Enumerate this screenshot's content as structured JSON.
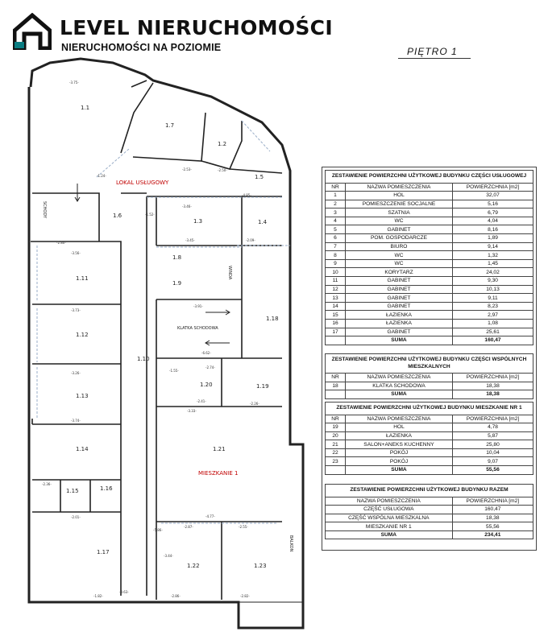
{
  "brand": {
    "name": "LEVEL NIERUCHOMOŚCI",
    "tagline": "NIERUCHOMOŚCI NA POZIOMIE",
    "colors": {
      "text": "#111111",
      "accent": "#0a7d82"
    }
  },
  "floor_label": "PIĘTRO 1",
  "plan": {
    "room_labels": [
      "1.1",
      "1.2",
      "1.3",
      "1.4",
      "1.5",
      "1.6",
      "1.7",
      "1.8",
      "1.9",
      "1.10",
      "1.11",
      "1.12",
      "1.13",
      "1.14",
      "1.15",
      "1.16",
      "1.17",
      "1.18",
      "1.19",
      "1.20",
      "1.21",
      "1.22",
      "1.23"
    ],
    "zone_labels": {
      "service": "LOKAL USŁUGOWY",
      "apartment": "MIESZKANIE 1"
    },
    "other_labels": {
      "stairs": "KLATKA SCHODOWA",
      "schody": "SCHODY",
      "winda": "WINDA",
      "balkon": "BALKON"
    },
    "dims": [
      "-3.75-",
      "-2.80-",
      "-3.56-",
      "-3.73-",
      "-3.26-",
      "-3.74-",
      "-2.36-",
      "-2.01-",
      "-1.82-",
      "-3.46-",
      "-3.45-",
      "-2.09-",
      "-4.85-",
      "-2.50-",
      "-2.53-",
      "-3.91-",
      "-6.62-",
      "-3.33-",
      "-2.26-",
      "-4.77-",
      "-2.87-",
      "-2.55-",
      "-3.44-",
      "-2.86-",
      "-2.82-",
      "-1.24-",
      "-1.52-",
      "-2.74-",
      "-2.41-",
      "-1.55-",
      "-0.63-",
      "-5.86-"
    ],
    "colors": {
      "walls": "#222222",
      "dashed": "#9aaec8",
      "zone_label": "#c00000"
    }
  },
  "tables": {
    "col_headers": {
      "nr": "NR",
      "name": "NAZWA POMIESZCZENIA",
      "area": "POWIERZCHNIA [m2]"
    },
    "service": {
      "title": "ZESTAWIENIE POWIERZCHNI UŻYTKOWEJ BUDYNKU CZĘŚCI USŁUGOWEJ",
      "rows": [
        {
          "nr": "1",
          "name": "HOL",
          "area": "32,07"
        },
        {
          "nr": "2",
          "name": "POMIESZCZENIE SOCJALNE",
          "area": "5,16"
        },
        {
          "nr": "3",
          "name": "SZATNIA",
          "area": "6,79"
        },
        {
          "nr": "4",
          "name": "WC",
          "area": "4,04"
        },
        {
          "nr": "5",
          "name": "GABINET",
          "area": "8,16"
        },
        {
          "nr": "6",
          "name": "POM. GOSPODARCZE",
          "area": "1,89"
        },
        {
          "nr": "7",
          "name": "BIURO",
          "area": "9,14"
        },
        {
          "nr": "8",
          "name": "WC",
          "area": "1,32"
        },
        {
          "nr": "9",
          "name": "WC",
          "area": "1,45"
        },
        {
          "nr": "10",
          "name": "KORYTARZ",
          "area": "24,02"
        },
        {
          "nr": "11",
          "name": "GABINET",
          "area": "9,30"
        },
        {
          "nr": "12",
          "name": "GABINET",
          "area": "10,13"
        },
        {
          "nr": "13",
          "name": "GABINET",
          "area": "9,11"
        },
        {
          "nr": "14",
          "name": "GABINET",
          "area": "8,23"
        },
        {
          "nr": "15",
          "name": "ŁAZIENKA",
          "area": "2,97"
        },
        {
          "nr": "16",
          "name": "ŁAZIENKA",
          "area": "1,08"
        },
        {
          "nr": "17",
          "name": "GABINET",
          "area": "25,61"
        }
      ],
      "sum_label": "SUMA",
      "sum": "160,47"
    },
    "common": {
      "title": "ZESTAWIENIE POWIERZCHNI UŻYTKOWEJ BUDYNKU CZĘŚCI WSPÓLNYCH MIESZKALNYCH",
      "rows": [
        {
          "nr": "18",
          "name": "KLATKA SCHODOWA",
          "area": "18,38"
        }
      ],
      "sum_label": "SUMA",
      "sum": "18,38"
    },
    "apartment": {
      "title": "ZESTAWIENIE POWIERZCHNI UŻYTKOWEJ BUDYNKU MIESZKANIE NR 1",
      "rows": [
        {
          "nr": "19",
          "name": "HOL",
          "area": "4,78"
        },
        {
          "nr": "20",
          "name": "ŁAZIENKA",
          "area": "5,87"
        },
        {
          "nr": "21",
          "name": "SALON+ANEKS KUCHENNY",
          "area": "25,80"
        },
        {
          "nr": "22",
          "name": "POKÓJ",
          "area": "10,04"
        },
        {
          "nr": "23",
          "name": "POKÓJ",
          "area": "9,07"
        }
      ],
      "sum_label": "SUMA",
      "sum": "55,56"
    },
    "total": {
      "title": "ZESTAWIENIE POWIERZCHNI UŻYTKOWEJ BUDYNKU RAZEM",
      "rows": [
        {
          "name": "CZĘŚĆ USŁUGOWA",
          "area": "160,47"
        },
        {
          "name": "CZĘŚĆ WSPÓLNA MIESZKALNA",
          "area": "18,38"
        },
        {
          "name": "MIESZKANIE NR 1",
          "area": "55,56"
        }
      ],
      "sum_label": "SUMA",
      "sum": "234,41"
    }
  }
}
